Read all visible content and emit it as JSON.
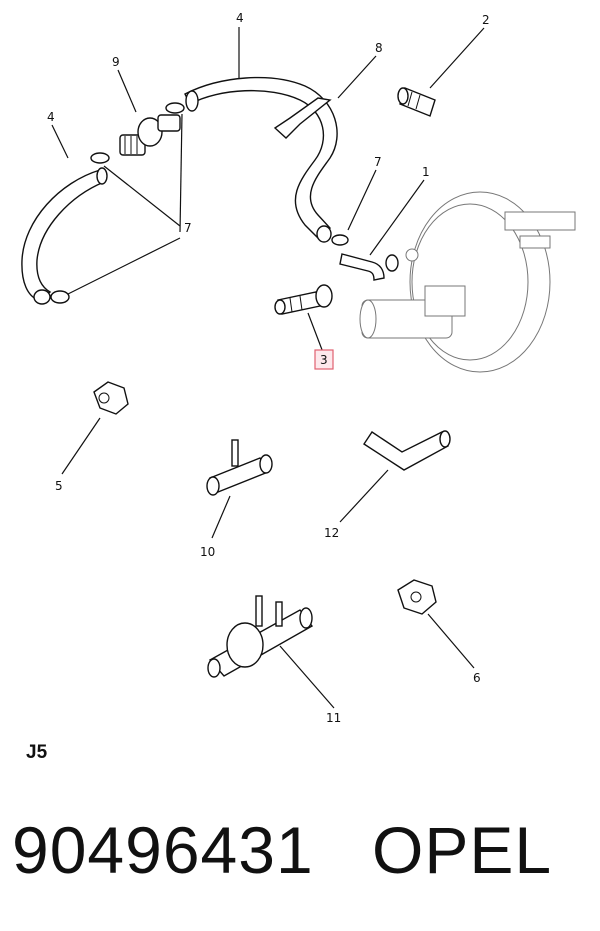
{
  "diagram": {
    "callouts": {
      "c1": "1",
      "c2": "2",
      "c3": "3",
      "c4a": "4",
      "c4b": "4",
      "c5": "5",
      "c6": "6",
      "c7a": "7",
      "c7b": "7",
      "c8": "8",
      "c9": "9",
      "c10": "10",
      "c11": "11",
      "c12": "12"
    },
    "highlight_color": "#e06070"
  },
  "section_code": "J5",
  "part_number": "90496431",
  "brand": "OPEL"
}
